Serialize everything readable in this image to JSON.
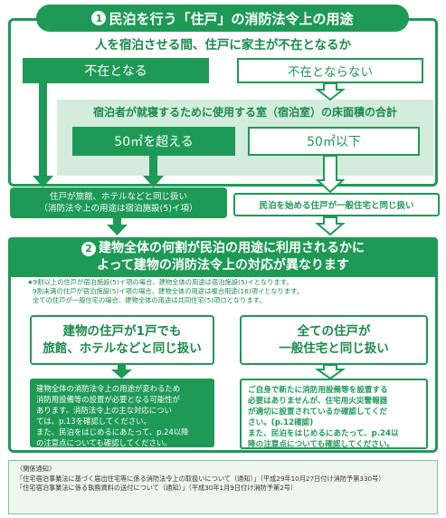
{
  "section1": {
    "number": "1",
    "title": "民泊を行う「住戸」の消防法令上の用途",
    "question": "人を宿泊させる間、住戸に家主が不在となるか",
    "absent": "不在となる",
    "not_absent": "不在とならない",
    "floor_question": "宿泊者が就寝するために使用する室（宿泊室）の床面積の合計",
    "over_50": "50㎡を超える",
    "under_50": "50㎡以下",
    "result_left_line1": "住戸が旅館、ホテルなどと同じ扱い",
    "result_left_line2": "（消防法令上の用途は宿泊施設(5)イ項）",
    "result_right": "民泊を始める住戸が一般住宅と同じ扱い"
  },
  "section2": {
    "number": "2",
    "title_line1": "建物全体の何割が民泊の用途に利用されるかに",
    "title_line2": "よって建物の消防法令上の対応が異なります",
    "notes": [
      "★9割以上の住戸が宿泊施設(5)イ項の場合、建物全体の用途は宿泊施設(5)イとなります。",
      "9割未満の住戸が宿泊施設(5)イ項の場合、建物全体の用途は複合用途(16)項イとなります。",
      "全ての住戸が一般住宅の場合、建物全体の用途は共同住宅(5)項ロとなります。"
    ],
    "left_card_line1": "建物の住戸が1戸でも",
    "left_card_line2": "旅館、ホテルなどと同じ扱い",
    "right_card_line1": "全ての住戸が",
    "right_card_line2": "一般住宅と同じ扱い",
    "left_desc": [
      "建物全体の消防法令上の用途が変わるため",
      "消防用設備等の設置が必要となる可能性が",
      "あります。消防法令上の主な対応につい",
      "ては、p.13を確認してください。",
      "また、民泊をはじめるにあたって、p.24以降",
      "の注意点についても確認してください。"
    ],
    "right_desc": [
      "ご自身で新たに消防用設備等を設置する",
      "必要はありませんが、住宅用火災警報器",
      "が適切に設置されているか確認してくだ",
      "さい。(p.12確認)",
      "また、民泊をはじめるにあたって、p.24以",
      "降の注意点についても確認してください。"
    ]
  },
  "footer": {
    "heading": "〈関係通知〉",
    "line1": "「住宅宿泊事業法に基づく届出住宅等に係る消防法令上の取扱いについて（通知）」（平成29年10月27日付け消防予第330号）",
    "line2": "「住宅宿泊事業法に係る執務資料の送付について（通知）」（平成30年1月9日付け消防予第2号）"
  },
  "colors": {
    "green": "#1e9a56",
    "light_green": "#d3ecdc",
    "text_green": "#1a8a4c"
  }
}
